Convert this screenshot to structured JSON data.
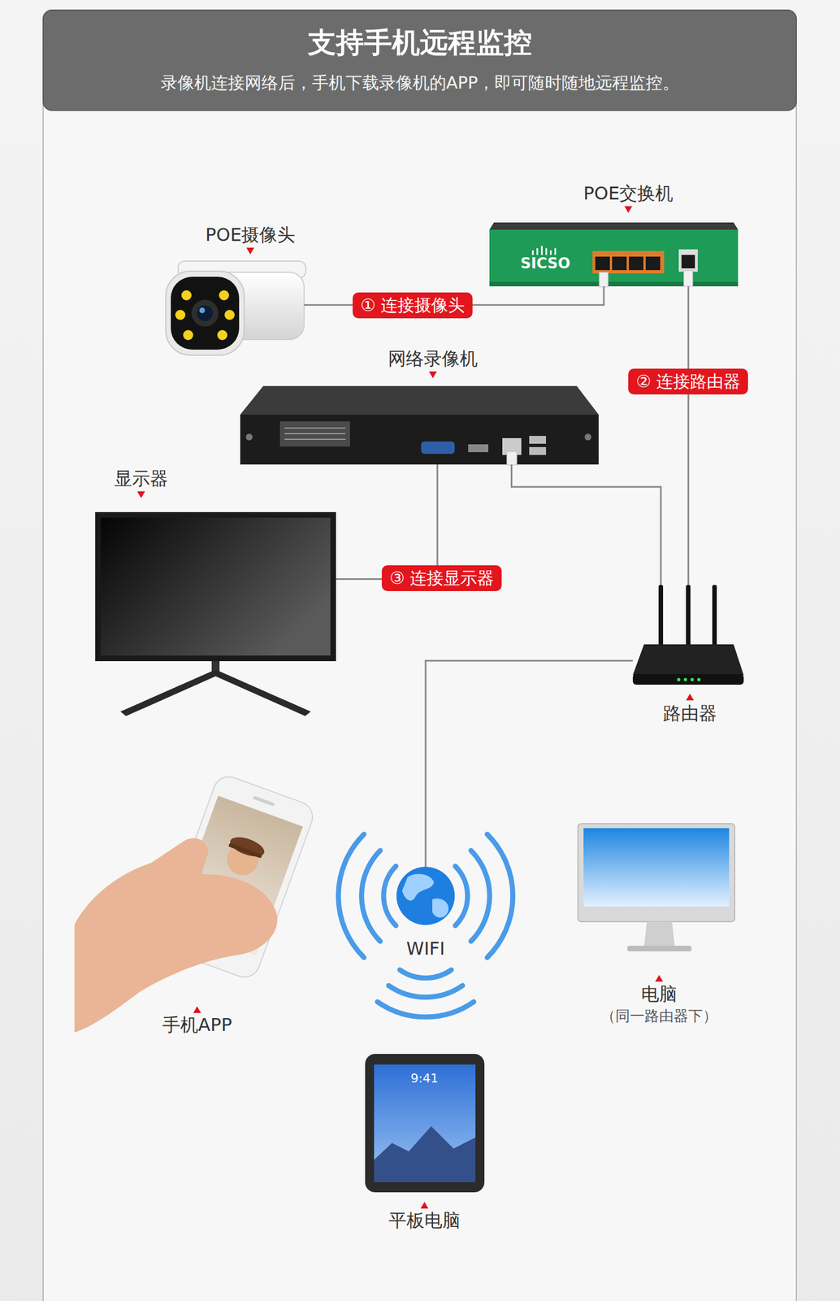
{
  "diagram": {
    "title": "支持手机远程监控",
    "caption": "录像机连接网络后，手机下载录像机的APP，即可随时随地远程监控。",
    "nodes": [
      {
        "text": [
          "POE摄像头"
        ]
      },
      {
        "text": [
          "POE交换机"
        ]
      },
      {
        "text": [
          "网络录像机"
        ]
      },
      {
        "text": [
          "显示器"
        ]
      },
      {
        "text": [
          "路由器"
        ]
      },
      {
        "text": [
          "手机APP"
        ]
      },
      {
        "text": [
          "WIFI"
        ]
      },
      {
        "text": [
          "电脑",
          "（同一路由器下）"
        ]
      },
      {
        "text": [
          "平板电脑"
        ]
      }
    ],
    "edges": [
      {
        "from": 0,
        "to": 1,
        "arrow": "none",
        "label": "① 连接摄像头"
      },
      {
        "from": 1,
        "to": 4,
        "arrow": "none",
        "label": "② 连接路由器"
      },
      {
        "from": 2,
        "to": 3,
        "arrow": "none",
        "label": "③ 连接显示器"
      },
      {
        "from": 2,
        "to": 4,
        "arrow": "none"
      },
      {
        "from": 4,
        "to": 6,
        "arrow": "none"
      }
    ],
    "labels": [
      "SICSO",
      "9:41"
    ]
  }
}
